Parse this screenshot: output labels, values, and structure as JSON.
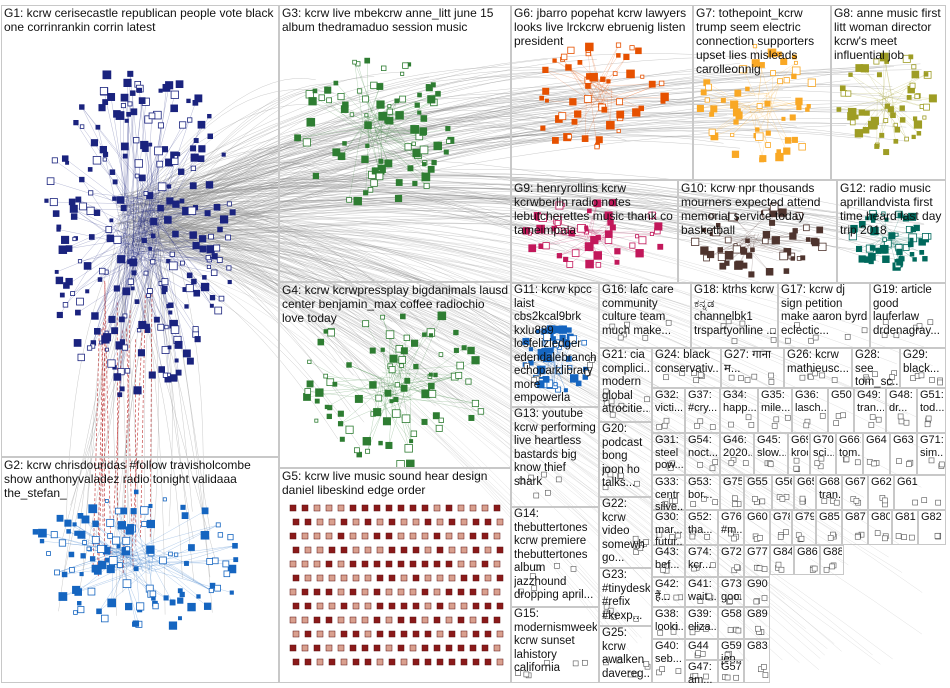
{
  "groups": [
    {
      "id": "g1",
      "label": "G1: kcrw cerisecastle republican people vote black one corrinrankin corrin latest"
    },
    {
      "id": "g2",
      "label": "G2: kcrw chrisdouridas #follow travisholcombe show anthonyvaladez radio tonight validaaa the_stefan_"
    },
    {
      "id": "g3",
      "label": "G3: kcrw live mbekcrw anne_litt june 15 album thedramaduo session music"
    },
    {
      "id": "g4",
      "label": "G4: kcrw kcrwpressplay bigdanimals lausd center benjamin_max coffee radiochio love today"
    },
    {
      "id": "g5",
      "label": "G5: kcrw live music sound hear design daniel libeskind edge order"
    },
    {
      "id": "g6",
      "label": "G6: jbarro popehat kcrw lawyers looks live lrckcrw ebruenig listen president"
    },
    {
      "id": "g7",
      "label": "G7: tothepoint_kcrw trump seem electric connection supporters upset lies misleads carolleonnig"
    },
    {
      "id": "g8",
      "label": "G8: anne music first litt woman director kcrw's meet influential job"
    },
    {
      "id": "g9",
      "label": "G9: henryrollins kcrw kcrwberlin radio notes lebutcherettes music thank co tameimpala"
    },
    {
      "id": "g10",
      "label": "G10: kcrw npr thousands mourners expected attend memorial service today basketball"
    },
    {
      "id": "g11",
      "label": "G11: kcrw kpcc laist cbs2kcal9brk kxlu889 losfelizledger edendalebranch echoparklibrary more empowerla"
    },
    {
      "id": "g12",
      "label": "G12: radio music aprillandvista first time heard last day trip 2018"
    },
    {
      "id": "g13",
      "label": "G13: youtube kcrw performing live heartless bastards big know thief shark"
    },
    {
      "id": "g14",
      "label": "G14: thebuttertones kcrw premiere thebuttertones album jazzhound dropping april..."
    },
    {
      "id": "g15",
      "label": "G15: modernismweek kcrw sunset lahistory california"
    },
    {
      "id": "g16",
      "label": "G16: lafc care community culture team much make..."
    },
    {
      "id": "g17",
      "label": "G17: kcrw dj sign petition make aaron byrd eclectic..."
    },
    {
      "id": "g18",
      "label": "G18: ktrhs kcrw ಕನ್ನಡ channelbk1 trspartyonline ..."
    },
    {
      "id": "g19",
      "label": "G19: article good lauferlaw drdenagray..."
    },
    {
      "id": "g20",
      "label": "G20: podcast bong joon ho talks..."
    },
    {
      "id": "g21",
      "label": "G21: cia complici... modern global atrocitie..."
    },
    {
      "id": "g22",
      "label": "G22: kcrw video somewh go..."
    },
    {
      "id": "g23",
      "label": "G23: #tinydesk #refix #kexp..."
    },
    {
      "id": "g24",
      "label": "G24: black conservativ..."
    },
    {
      "id": "g25",
      "label": "G25: kcrw awalken davereg..."
    },
    {
      "id": "g26",
      "label": "G26: kcrw mathieusc..."
    },
    {
      "id": "g27",
      "label": "G27: गाना म..."
    },
    {
      "id": "g28",
      "label": "G28: see tom_sc..."
    },
    {
      "id": "g29",
      "label": "G29: black..."
    },
    {
      "id": "g30",
      "label": "G30: mar... futur..."
    },
    {
      "id": "g31",
      "label": "G31: steel pow..."
    },
    {
      "id": "g32",
      "label": "G32: victi..."
    },
    {
      "id": "g33",
      "label": "G33: centr silve..."
    },
    {
      "id": "g34",
      "label": "G34: happ..."
    },
    {
      "id": "g35",
      "label": "G35: mile..."
    },
    {
      "id": "g36",
      "label": "G36: lasch..."
    },
    {
      "id": "g37",
      "label": "G37: #cry..."
    },
    {
      "id": "g38",
      "label": "G38: looki..."
    },
    {
      "id": "g39",
      "label": "G39: eliza..."
    },
    {
      "id": "g40",
      "label": "G40: seb..."
    },
    {
      "id": "g41",
      "label": "G41: wait..."
    },
    {
      "id": "g42",
      "label": "G42: हैं..."
    },
    {
      "id": "g43",
      "label": "G43: bef..."
    },
    {
      "id": "g44",
      "label": "G44"
    },
    {
      "id": "g45",
      "label": "G45: slow..."
    },
    {
      "id": "g46",
      "label": "G46: 2020..."
    },
    {
      "id": "g47",
      "label": "G47: am..."
    },
    {
      "id": "g48",
      "label": "G48: dr..."
    },
    {
      "id": "g49",
      "label": "G49: tran..."
    },
    {
      "id": "g50",
      "label": "G50"
    },
    {
      "id": "g51",
      "label": "G51: tod..."
    },
    {
      "id": "g52",
      "label": "G52: tha..."
    },
    {
      "id": "g53",
      "label": "G53: bor..."
    },
    {
      "id": "g54",
      "label": "G54: noct..."
    },
    {
      "id": "g55",
      "label": "G55"
    },
    {
      "id": "g56",
      "label": "G56"
    },
    {
      "id": "g57",
      "label": "G57"
    },
    {
      "id": "g58",
      "label": "G58"
    },
    {
      "id": "g59",
      "label": "G59: jen..."
    },
    {
      "id": "g60",
      "label": "G60"
    },
    {
      "id": "g61",
      "label": "G61"
    },
    {
      "id": "g62",
      "label": "G62"
    },
    {
      "id": "g63",
      "label": "G63"
    },
    {
      "id": "g64",
      "label": "G64"
    },
    {
      "id": "g65",
      "label": "G65"
    },
    {
      "id": "g66",
      "label": "G66: tom..."
    },
    {
      "id": "g67",
      "label": "G67"
    },
    {
      "id": "g68",
      "label": "G68: tran..."
    },
    {
      "id": "g69",
      "label": "G69: kroq..."
    },
    {
      "id": "g70",
      "label": "G70: sci..."
    },
    {
      "id": "g71",
      "label": "G71: sim..."
    },
    {
      "id": "g72",
      "label": "G72"
    },
    {
      "id": "g73",
      "label": "G73: goo..."
    },
    {
      "id": "g74",
      "label": "G74: kcr..."
    },
    {
      "id": "g75",
      "label": "G75"
    },
    {
      "id": "g76",
      "label": "G76: #m..."
    },
    {
      "id": "g77",
      "label": "G77"
    },
    {
      "id": "g78",
      "label": "G78"
    },
    {
      "id": "g79",
      "label": "G79"
    },
    {
      "id": "g80",
      "label": "G80"
    },
    {
      "id": "g81",
      "label": "G81"
    },
    {
      "id": "g82",
      "label": "G82"
    },
    {
      "id": "g83",
      "label": "G83"
    },
    {
      "id": "g84",
      "label": "G84"
    },
    {
      "id": "g85",
      "label": "G85"
    },
    {
      "id": "g86",
      "label": "G86"
    },
    {
      "id": "g87",
      "label": "G87"
    },
    {
      "id": "g88",
      "label": "G88"
    },
    {
      "id": "g89",
      "label": "G89"
    },
    {
      "id": "g90",
      "label": "G90"
    }
  ],
  "colors": {
    "g1": "#1a237e",
    "g2": "#1565c0",
    "g3": "#2e7d32",
    "g4": "#2e7d32",
    "g5": "#8b1a1a",
    "g6": "#e65100",
    "g7": "#f9a825",
    "g8": "#9e9d24",
    "g9": "#c2185b",
    "g10": "#4e342e",
    "g11": "#1565c0",
    "g12": "#00695c",
    "edge": "#8c8c8c",
    "edge_red": "#b71c1c"
  }
}
